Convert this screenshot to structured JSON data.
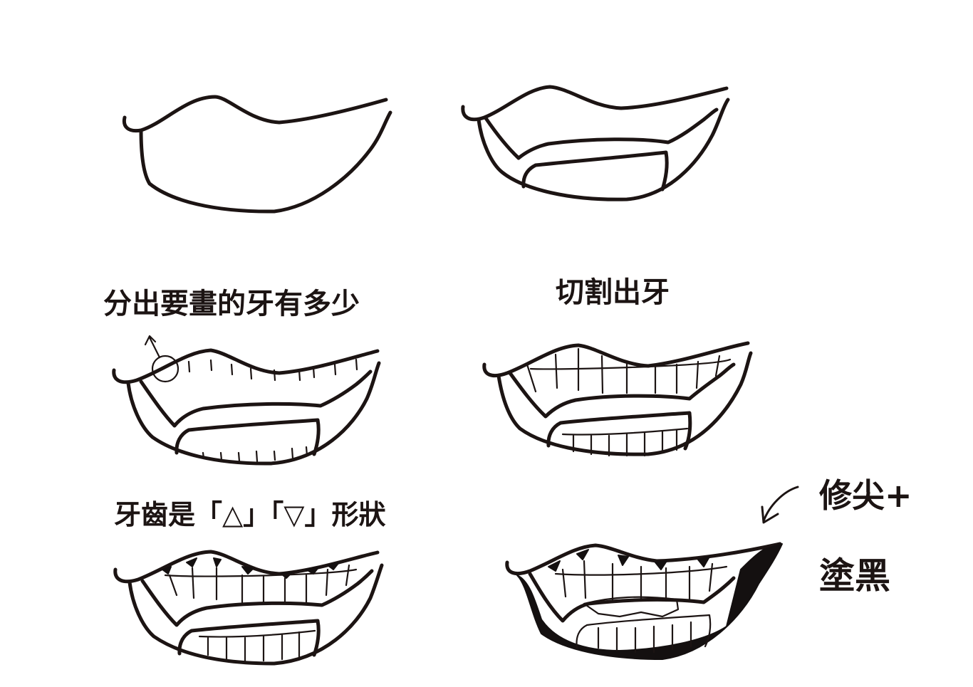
{
  "annotations": {
    "step3_note": "分出要畫的牙有多少",
    "step4_note": "切割出牙",
    "step5_note": "牙齒是「△」「▽」形狀",
    "step6_note_line1": "修尖+",
    "step6_note_line2": "塗黑"
  },
  "colors": {
    "ink": "#1c1413",
    "paper": "#ffffff"
  },
  "icons": {
    "step3_marker": "circle-arrow-icon",
    "step6_marker": "curved-arrow-icon"
  }
}
